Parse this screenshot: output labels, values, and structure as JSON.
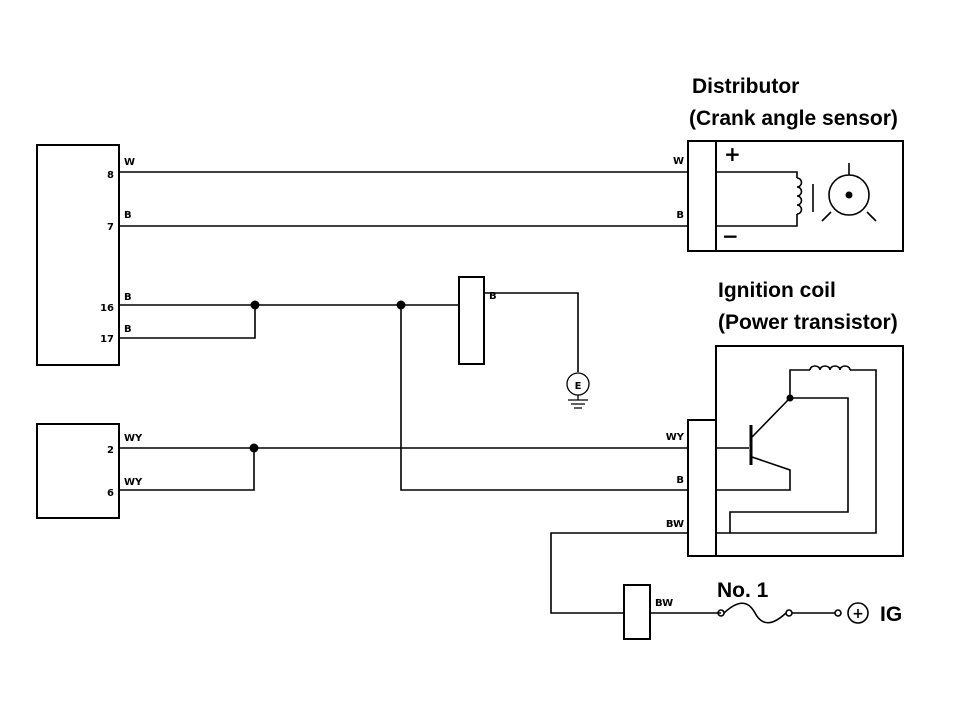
{
  "distributor": {
    "title": "Distributor",
    "subtitle": "(Crank angle sensor)",
    "plus": "+",
    "minus": "−",
    "pin_w": "W",
    "pin_b": "B"
  },
  "ignition_coil": {
    "title": "Ignition coil",
    "subtitle": "(Power transistor)",
    "pin_wy": "WY",
    "pin_b": "B",
    "pin_bw": "BW"
  },
  "ecu_upper": {
    "pins": [
      {
        "num": "8",
        "color": "W"
      },
      {
        "num": "7",
        "color": "B"
      },
      {
        "num": "16",
        "color": "B"
      },
      {
        "num": "17",
        "color": "B"
      }
    ]
  },
  "ecu_lower": {
    "pins": [
      {
        "num": "2",
        "color": "WY"
      },
      {
        "num": "6",
        "color": "WY"
      }
    ]
  },
  "ground_connector": {
    "wire": "B",
    "symbol": "E"
  },
  "fuse": {
    "label": "No. 1",
    "connector_wire": "BW"
  },
  "power": {
    "symbol": "+",
    "label": "IG"
  }
}
